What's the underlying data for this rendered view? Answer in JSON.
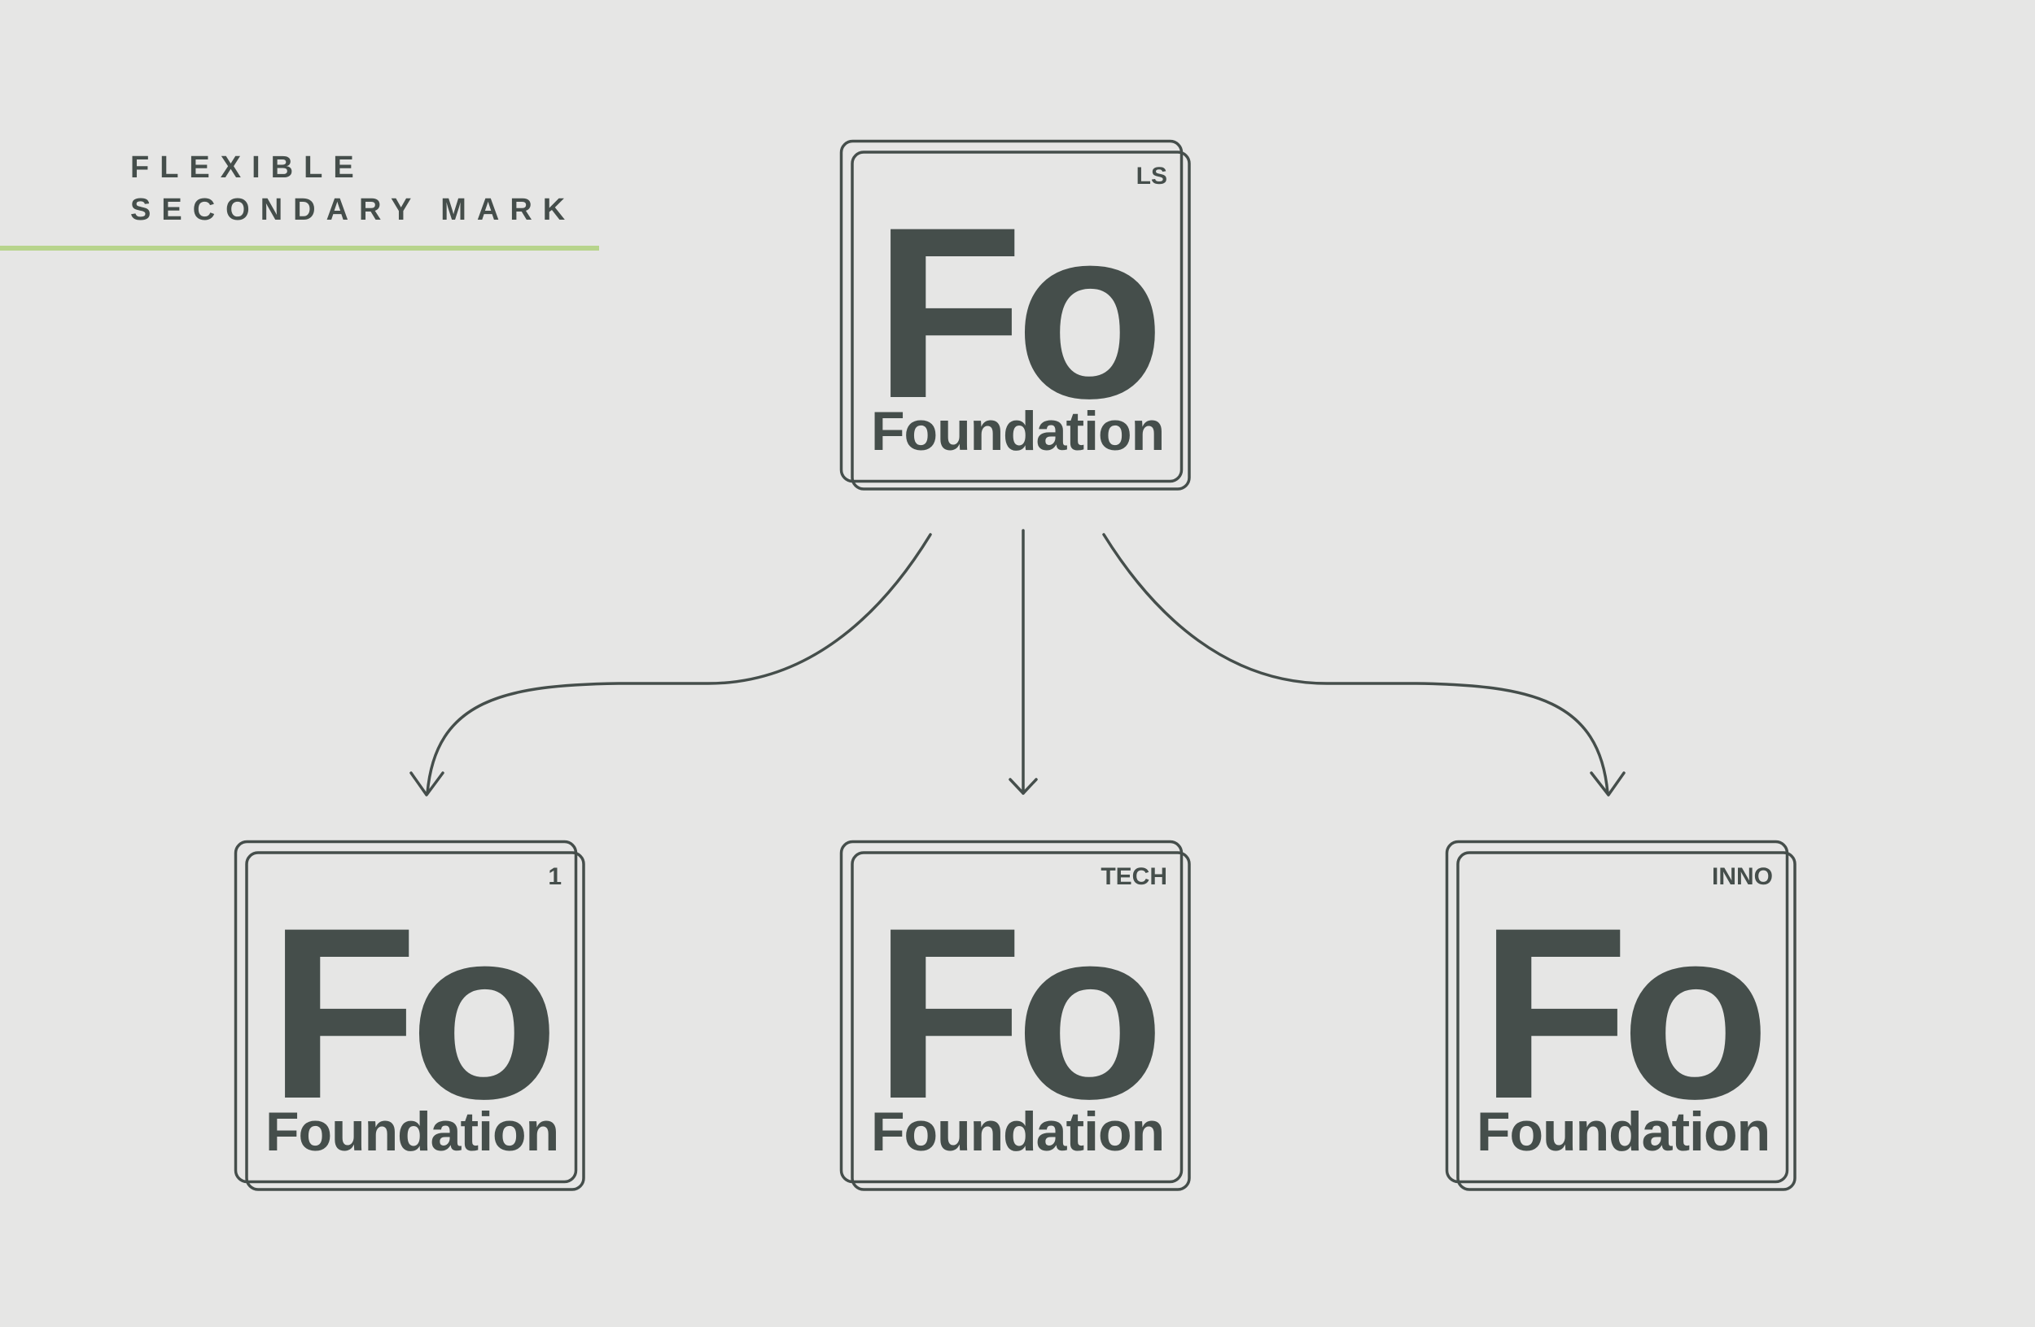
{
  "heading": {
    "line1": "FLEXIBLE",
    "line2": "SECONDARY MARK"
  },
  "colors": {
    "background": "#e6e6e5",
    "ink": "#454e4b",
    "accent": "#b7d48c"
  },
  "parent_mark": {
    "symbol": "Fo",
    "name": "Foundation",
    "badge": "LS"
  },
  "child_marks": [
    {
      "symbol": "Fo",
      "name": "Foundation",
      "badge": "1"
    },
    {
      "symbol": "Fo",
      "name": "Foundation",
      "badge": "TECH"
    },
    {
      "symbol": "Fo",
      "name": "Foundation",
      "badge": "INNO"
    }
  ]
}
